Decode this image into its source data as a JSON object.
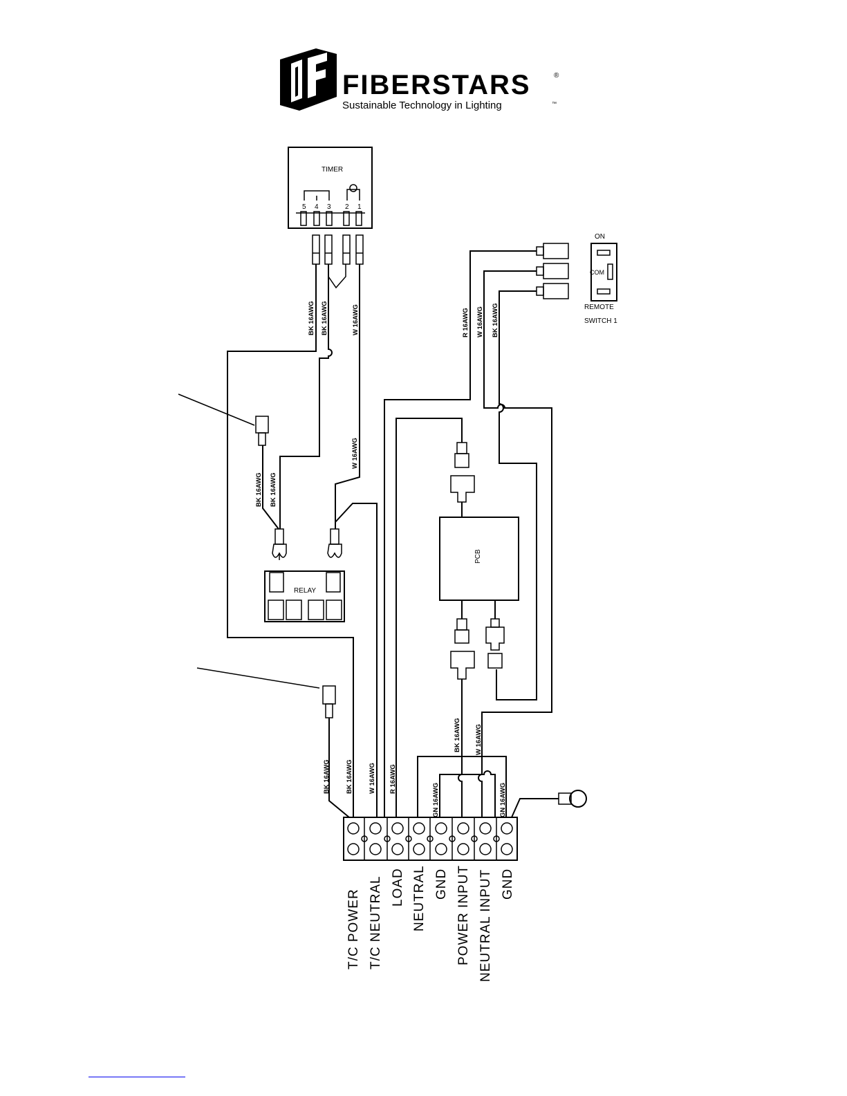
{
  "logo": {
    "brand": "FIBERSTARS",
    "registered": "®",
    "tagline": "Sustainable Technology in Lighting",
    "trademark": "™"
  },
  "timer": {
    "title": "TIMER",
    "pins": [
      "5",
      "4",
      "3",
      "2",
      "1"
    ]
  },
  "switch": {
    "on_label": "ON",
    "com_label": "COM",
    "remote_label": "REMOTE",
    "switch_label": "SWITCH  1"
  },
  "relay": {
    "label": "RELAY"
  },
  "pcb": {
    "label": "PCB"
  },
  "wires": {
    "bk": "BK  16AWG",
    "w": "W  16AWG",
    "r": "R  16AWG",
    "gn": "GN  16AWG"
  },
  "terminals": [
    "T/C  POWER",
    "T/C  NEUTRAL",
    "LOAD",
    "NEUTRAL",
    "GND",
    "POWER  INPUT",
    "NEUTRAL  INPUT",
    "GND"
  ],
  "colors": {
    "line": "#000000",
    "link": "#0000ee"
  }
}
